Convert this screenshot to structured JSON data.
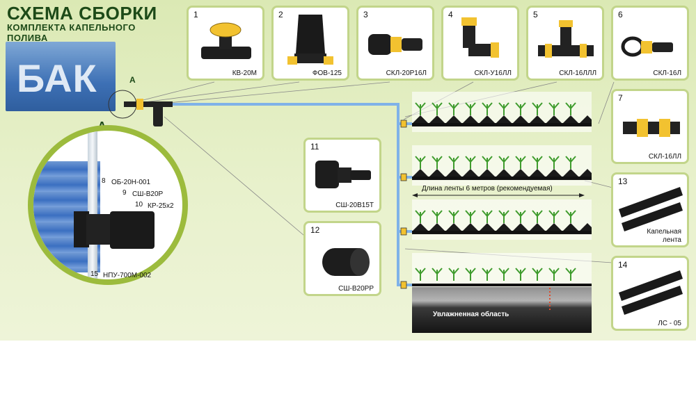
{
  "header": {
    "title": "СХЕМА СБОРКИ",
    "subtitle_line1": "КОМПЛЕКТА КАПЕЛЬНОГО",
    "subtitle_line2": "ПОЛИВА"
  },
  "tank": {
    "label": "БАК"
  },
  "zoom": {
    "marker": "А",
    "big_marker": "А",
    "callouts": [
      {
        "num": "8",
        "code": "ОБ-20Н-001"
      },
      {
        "num": "9",
        "code": "СШ-В20Р"
      },
      {
        "num": "10",
        "code": "КР-25х2"
      },
      {
        "num": "15",
        "code": "НПУ-700М-002"
      }
    ]
  },
  "parts": [
    {
      "num": "1",
      "code": "КВ-20М"
    },
    {
      "num": "2",
      "code": "ФОВ-125"
    },
    {
      "num": "3",
      "code": "СКЛ-20Р16Л"
    },
    {
      "num": "4",
      "code": "СКЛ-У16ЛЛ"
    },
    {
      "num": "5",
      "code": "СКЛ-16ЛЛЛ"
    },
    {
      "num": "6",
      "code": "СКЛ-16Л"
    },
    {
      "num": "7",
      "code": "СКЛ-16ЛЛ"
    },
    {
      "num": "11",
      "code": "СШ-20В15Т"
    },
    {
      "num": "12",
      "code": "СШ-В20РР"
    },
    {
      "num": "13",
      "code_line1": "Капельная",
      "code_line2": "лента"
    },
    {
      "num": "14",
      "code": "ЛС - 05"
    }
  ],
  "field": {
    "tape_length_label": "Длина ленты 6 метров (рекомендуемая)",
    "wet_area_label": "Увлажненная область"
  },
  "colors": {
    "accent_green": "#c2d58a",
    "pipe_blue": "#7fb2e8",
    "fitting_yellow": "#f2c230"
  }
}
